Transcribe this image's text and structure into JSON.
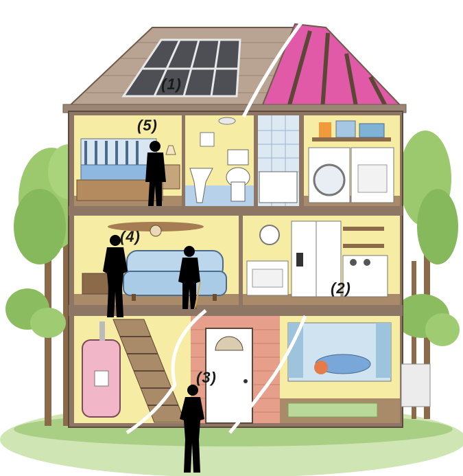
{
  "labels": {
    "l1": "(1)",
    "l2": "(2)",
    "l3": "(3)",
    "l4": "(4)",
    "l5": "(5)"
  },
  "colors": {
    "wall_yellow": "#f7eca4",
    "roof_shingle": "#b9a493",
    "roof_pink": "#e05aa8",
    "floor_wood": "#a98b6a",
    "brick": "#e59f8a",
    "tree_green": "#8fc26a",
    "grass": "#a8cf84",
    "water_heater": "#f1b6c7",
    "sofa_blue": "#bcd7ec",
    "silhouette": "#000000"
  },
  "rooms": [
    "bedroom",
    "bathroom",
    "laundry",
    "living-room",
    "kitchen",
    "stairwell",
    "entry-hall",
    "playroom"
  ],
  "people": [
    "person-in-bedroom",
    "person-by-stairs",
    "elderly-person-with-cane",
    "person-at-front-door"
  ]
}
